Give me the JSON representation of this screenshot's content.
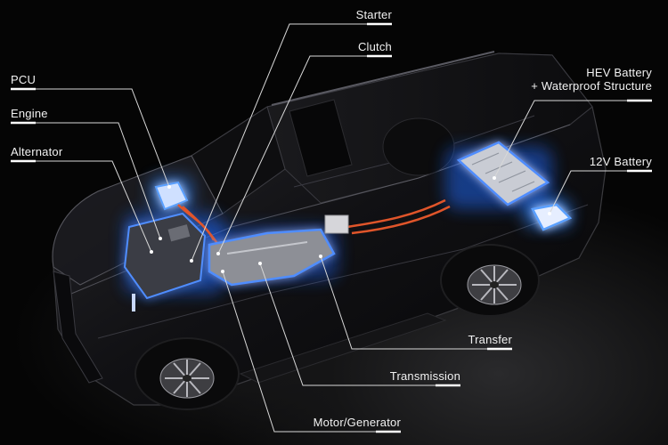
{
  "diagram": {
    "subject": "Hybrid SUV powertrain cutaway",
    "colors": {
      "background": "#050505",
      "highlight_glow": "#2f7bff",
      "label_text": "#f2f2f2",
      "leader_line": "#d8d8d8",
      "cable_orange": "#e0552a"
    },
    "labels": {
      "pcu": "PCU",
      "engine": "Engine",
      "alternator": "Alternator",
      "starter": "Starter",
      "clutch": "Clutch",
      "hev_battery_line1": "HEV Battery",
      "hev_battery_line2": "+ Waterproof Structure",
      "battery_12v": "12V Battery",
      "transfer": "Transfer",
      "transmission": "Transmission",
      "motor_generator": "Motor/Generator"
    }
  }
}
